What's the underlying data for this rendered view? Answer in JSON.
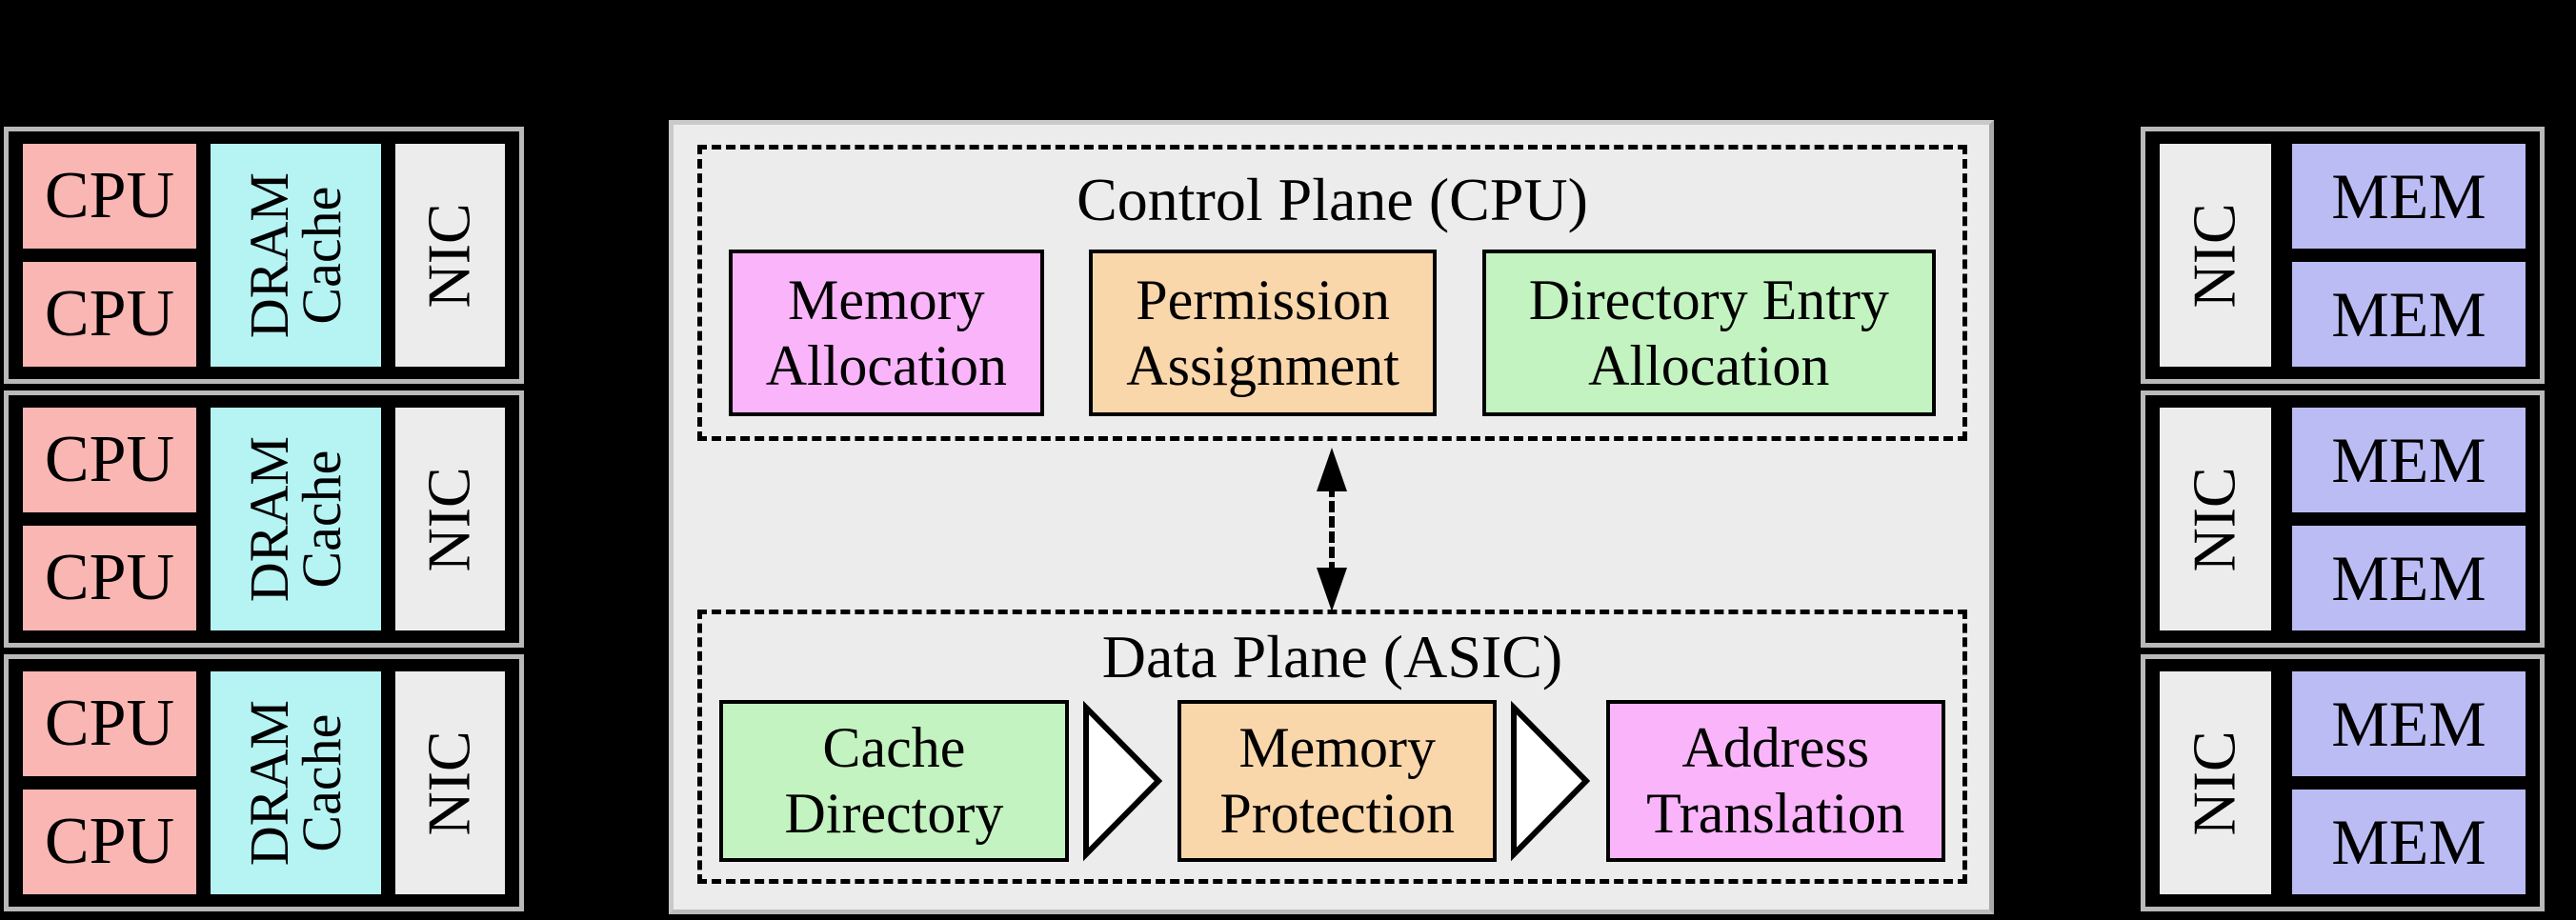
{
  "colors": {
    "background": "#000000",
    "node_outline": "#b9b9b9",
    "node_fill": "#000000",
    "cpu_fill": "#fab6b2",
    "dram_cache_fill": "#b6f3f3",
    "nic_fill": "#ececec",
    "mem_fill": "#bcbcf5",
    "panel_fill": "#ececec",
    "panel_border": "#c9c9c9",
    "module_magenta": "#fab5fa",
    "module_orange": "#fad7ab",
    "module_green": "#c3f3c0",
    "module_border": "#000000",
    "text": "#000000"
  },
  "compute_nodes": [
    {
      "cpus": [
        "CPU",
        "CPU"
      ],
      "cache_label": "DRAM\nCache",
      "nic_label": "NIC"
    },
    {
      "cpus": [
        "CPU",
        "CPU"
      ],
      "cache_label": "DRAM\nCache",
      "nic_label": "NIC"
    },
    {
      "cpus": [
        "CPU",
        "CPU"
      ],
      "cache_label": "DRAM\nCache",
      "nic_label": "NIC"
    }
  ],
  "memory_nodes": [
    {
      "nic_label": "NIC",
      "mems": [
        "MEM",
        "MEM"
      ]
    },
    {
      "nic_label": "NIC",
      "mems": [
        "MEM",
        "MEM"
      ]
    },
    {
      "nic_label": "NIC",
      "mems": [
        "MEM",
        "MEM"
      ]
    }
  ],
  "fabric": {
    "control_plane": {
      "title": "Control Plane (CPU)",
      "modules": [
        {
          "label": "Memory Allocation",
          "color": "#fab5fa"
        },
        {
          "label": "Permission Assignment",
          "color": "#fad7ab"
        },
        {
          "label": "Directory Entry Allocation",
          "color": "#c3f3c0"
        }
      ]
    },
    "link": {
      "style": "dashed-double-headed-arrow"
    },
    "data_plane": {
      "title": "Data Plane (ASIC)",
      "modules": [
        {
          "label": "Cache Directory",
          "color": "#c3f3c0"
        },
        {
          "label": "Memory Protection",
          "color": "#fad7ab"
        },
        {
          "label": "Address Translation",
          "color": "#fab5fa"
        }
      ]
    }
  }
}
